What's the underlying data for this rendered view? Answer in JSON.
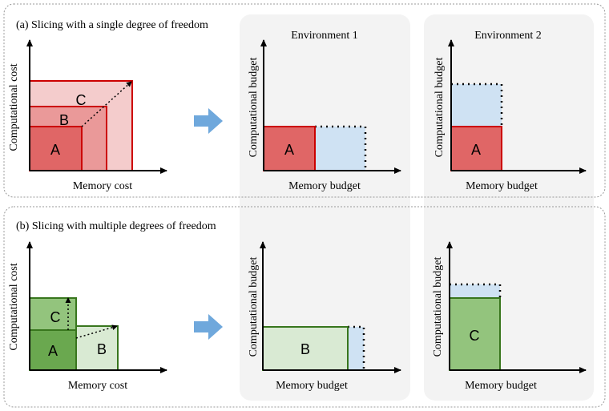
{
  "panel_a": {
    "caption": "(a) Slicing with a single degree of freedom",
    "x_axis_label": "Memory cost",
    "y_axis_label": "Computational cost",
    "box_labels": [
      "A",
      "B",
      "C"
    ]
  },
  "panel_b": {
    "caption": "(b) Slicing with multiple degrees of freedom",
    "x_axis_label": "Memory cost",
    "y_axis_label": "Computational cost",
    "box_labels": [
      "A",
      "B",
      "C"
    ]
  },
  "environments": {
    "env1": {
      "title": "Environment 1",
      "x_axis_label": "Memory budget",
      "y_axis_label": "Computational budget",
      "top_box_label": "A",
      "bottom_box_label": "B"
    },
    "env2": {
      "title": "Environment 2",
      "x_axis_label": "Memory budget",
      "y_axis_label": "Computational budget",
      "top_box_label": "A",
      "bottom_box_label": "C"
    }
  },
  "colors": {
    "red_dark": "#e06666",
    "red_mid": "#ea9999",
    "red_light": "#f4cccc",
    "red_stroke": "#cc0000",
    "green_dark": "#6aa84f",
    "green_mid": "#93c47d",
    "green_light": "#d9ead3",
    "green_stroke": "#38761d",
    "blue_budget": "#cfe2f3",
    "arrow_blue": "#6fa8dc",
    "env_panel": "#f3f3f3"
  }
}
